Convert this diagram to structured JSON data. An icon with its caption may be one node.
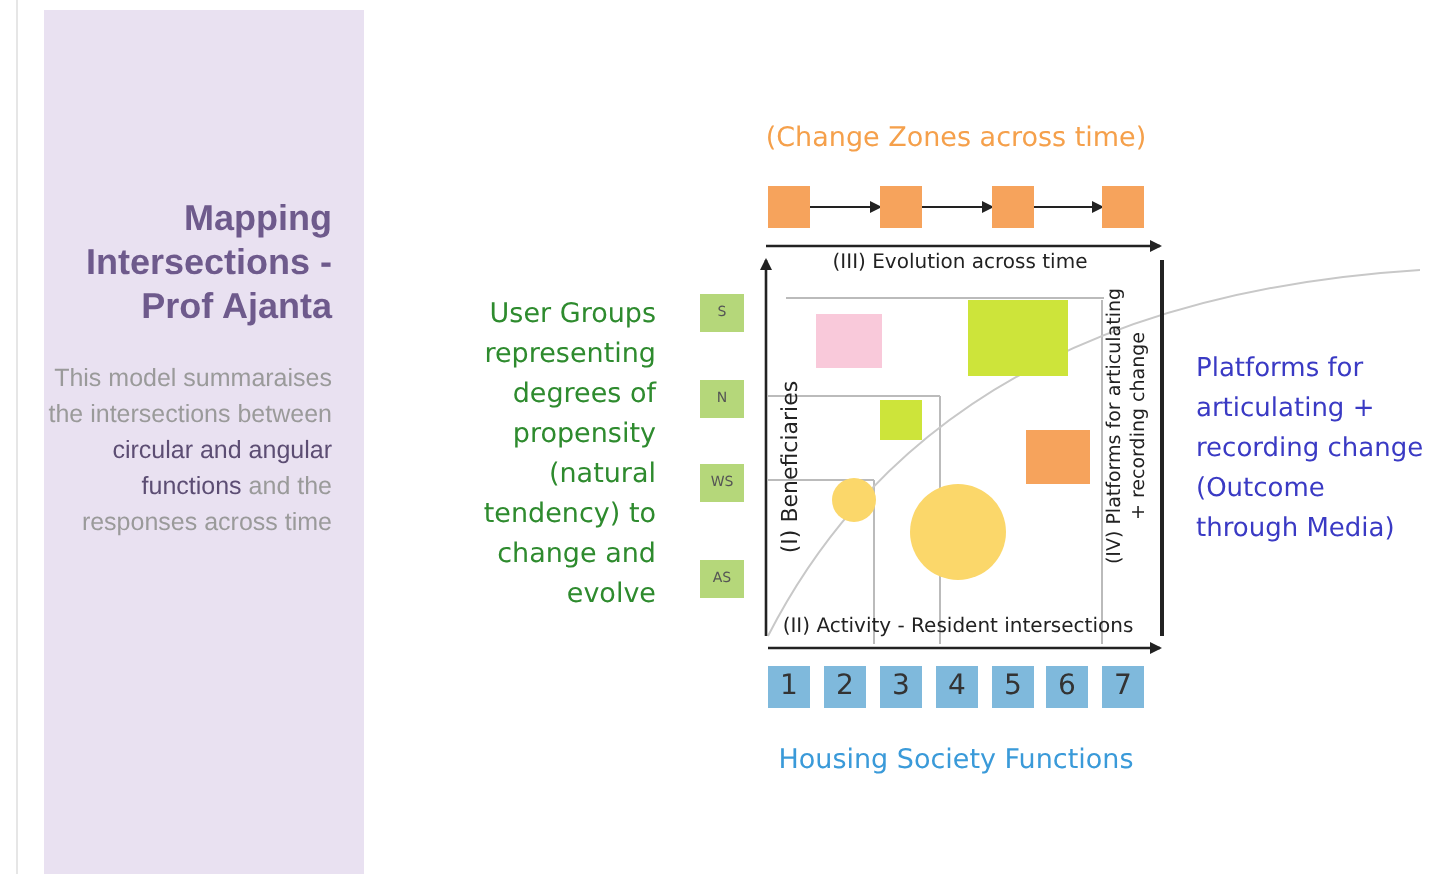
{
  "diagram": {
    "title": "Mapping Intersections - Prof Ajanta",
    "nodes": [
      {
        "text": [],
        "shape": "box"
      },
      {
        "text": [],
        "shape": "box"
      },
      {
        "text": [],
        "shape": "box"
      },
      {
        "text": [],
        "shape": "box"
      },
      {
        "text": [
          "1"
        ]
      },
      {
        "text": [
          "2"
        ]
      },
      {
        "text": [
          "3"
        ]
      },
      {
        "text": [
          "4"
        ]
      },
      {
        "text": [
          "5"
        ]
      },
      {
        "text": [
          "6"
        ]
      },
      {
        "text": [
          "7"
        ]
      },
      {
        "text": [
          "S"
        ]
      },
      {
        "text": [
          "N"
        ]
      },
      {
        "text": [
          "WS"
        ]
      },
      {
        "text": [
          "AS"
        ]
      }
    ],
    "edges": [
      {
        "from": 0,
        "to": 1,
        "arrow": "to"
      },
      {
        "from": 1,
        "to": 2,
        "arrow": "to"
      },
      {
        "from": 2,
        "to": 3,
        "arrow": "to"
      }
    ],
    "labels": [
      "This model summaraises the intersections between **circular and angular functions** and the responses across time",
      "(Change Zones across time)",
      "(III) Evolution across time",
      "User Groups representing degrees of propensity (natural tendency) to change and evolve",
      "(I) Beneficiaries",
      "(IV) Platforms for articulating + recording change",
      "Platforms for articulating + recording change (Outcome through Media)",
      "(II) Activity - Resident intersections",
      "Housing Society Functions"
    ]
  }
}
